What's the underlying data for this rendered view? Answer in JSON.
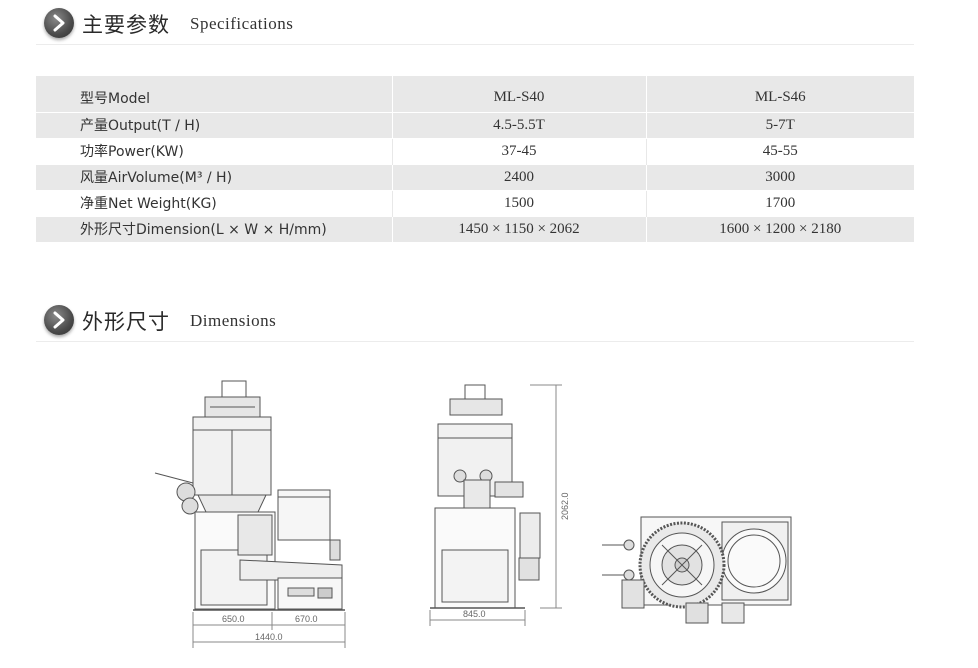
{
  "specs_section": {
    "title_zh": "主要参数",
    "title_en": "Specifications"
  },
  "spec_table": {
    "header": {
      "label": "型号Model",
      "col1": "ML-S40",
      "col2": "ML-S46"
    },
    "rows": [
      {
        "label": "产量Output(T / H)",
        "col1": "4.5-5.5T",
        "col2": "5-7T"
      },
      {
        "label": "功率Power(KW)",
        "col1": "37-45",
        "col2": "45-55"
      },
      {
        "label": "风量AirVolume(M³ / H)",
        "col1": "2400",
        "col2": "3000"
      },
      {
        "label": "净重Net Weight(KG)",
        "col1": "1500",
        "col2": "1700"
      },
      {
        "label": "外形尺寸Dimension(L × W × H/mm)",
        "col1": "1450 × 1150 × 2062",
        "col2": "1600 × 1200 × 2180"
      }
    ]
  },
  "dims_section": {
    "title_zh": "外形尺寸",
    "title_en": "Dimensions"
  },
  "dimensions": {
    "front_left": "650.0",
    "front_right": "670.0",
    "front_total": "1440.0",
    "side_width": "845.0",
    "side_height": "2062.0"
  }
}
